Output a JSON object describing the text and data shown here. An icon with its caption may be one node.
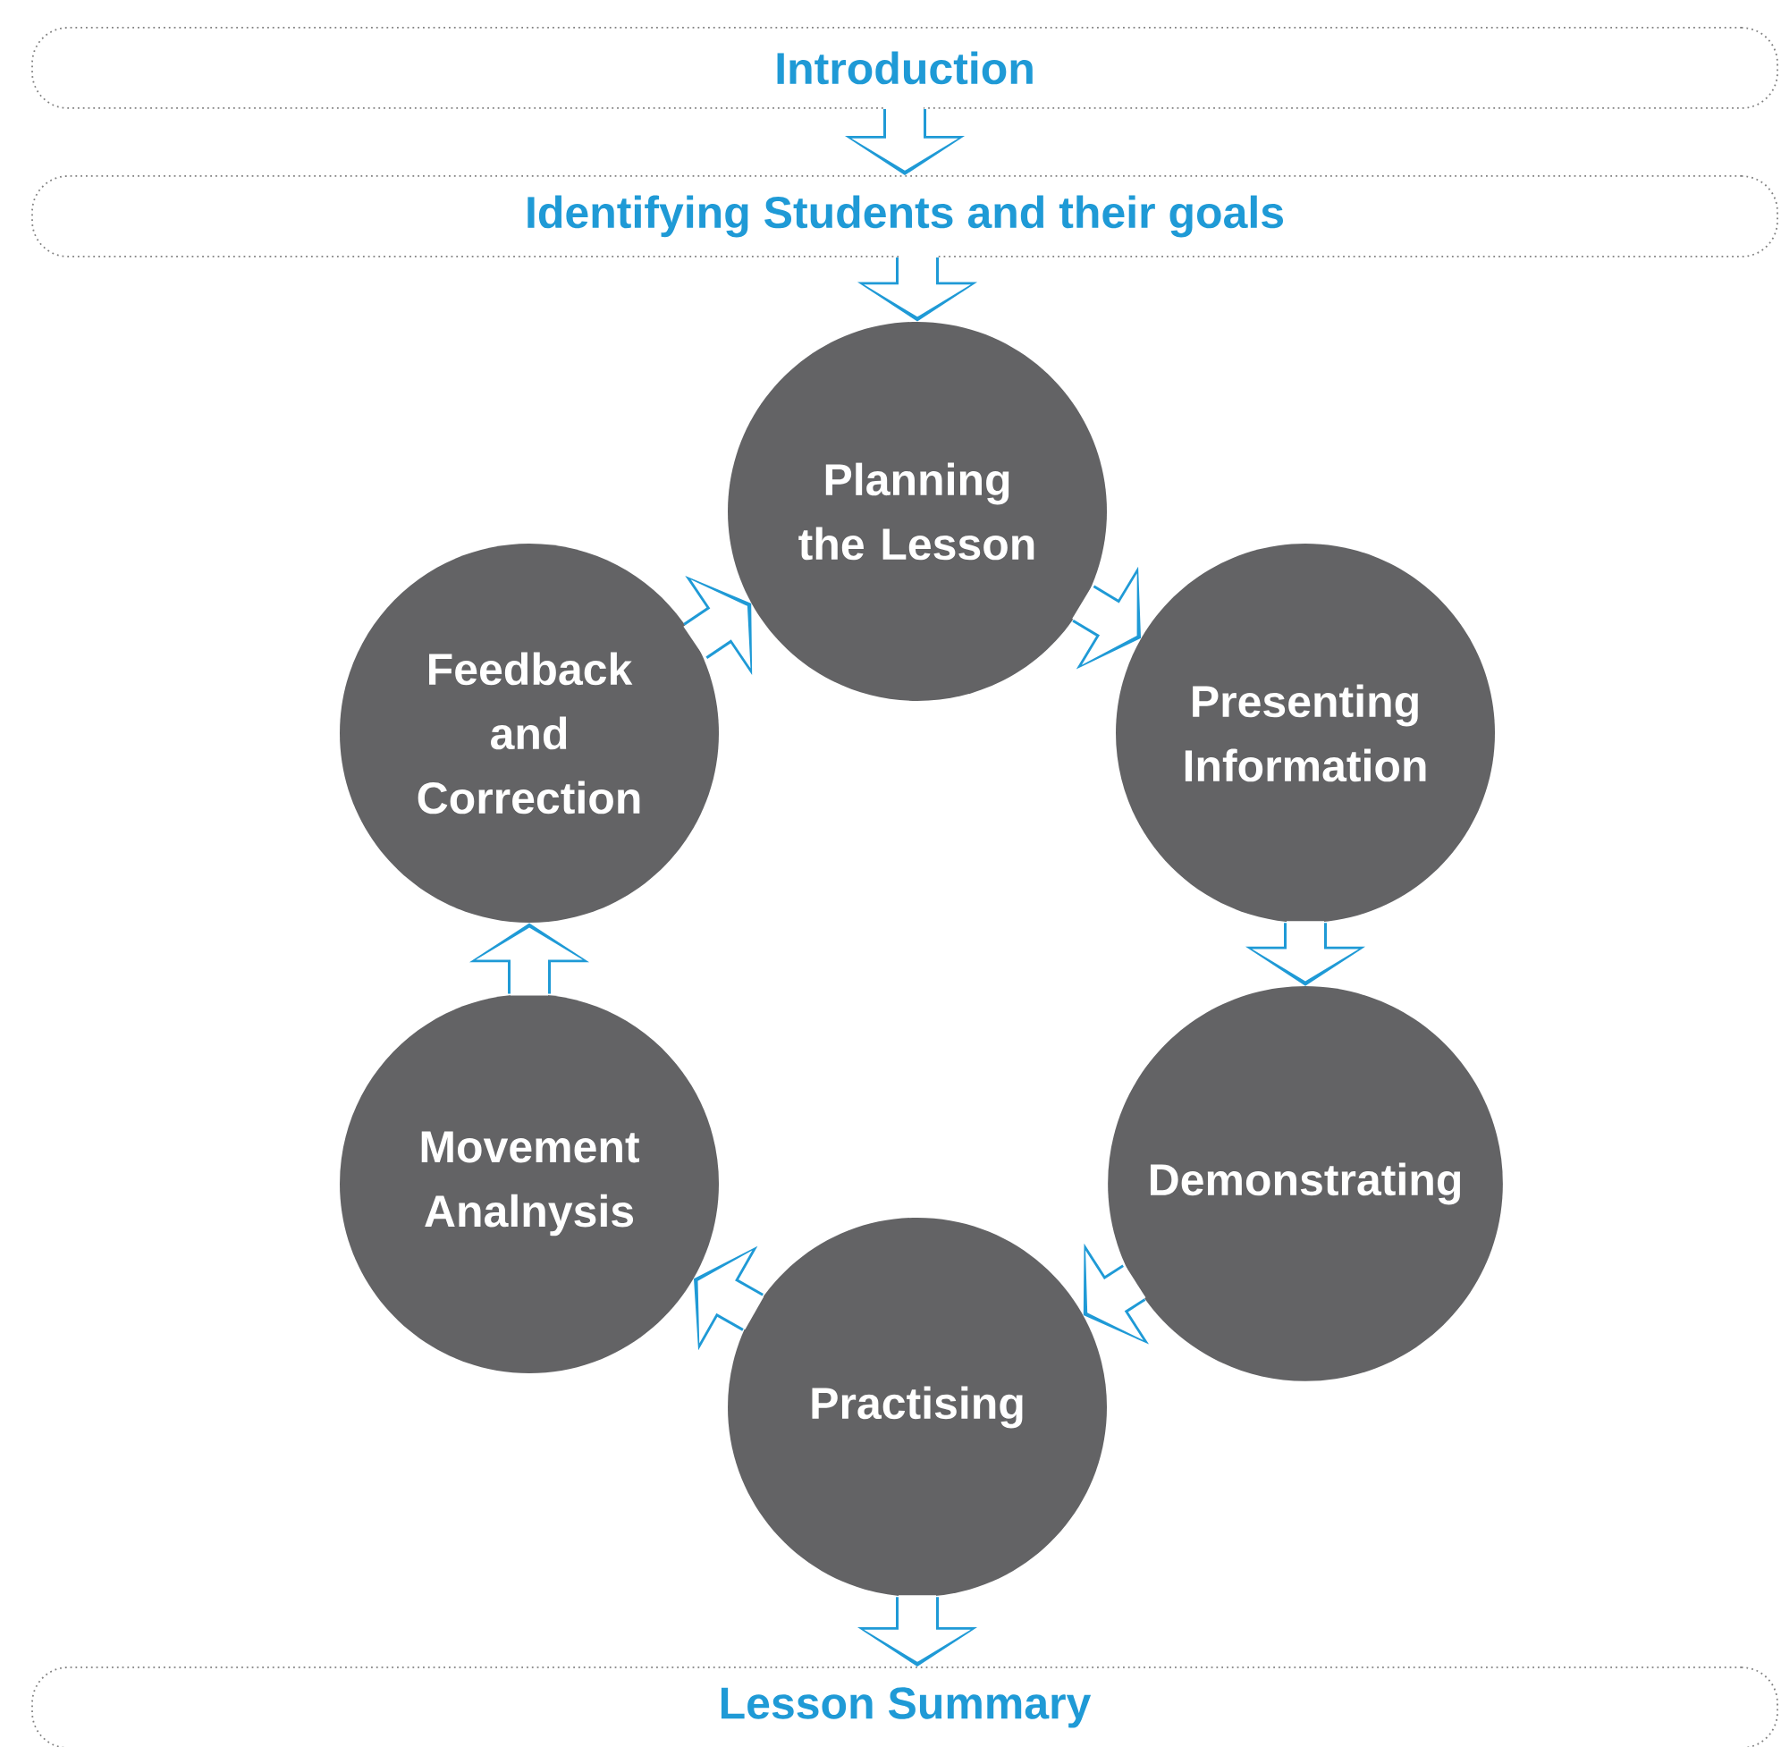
{
  "diagram": {
    "nodes": [
      {
        "text": [
          "Introduction"
        ]
      },
      {
        "text": [
          "Identifying Students and their goals"
        ]
      },
      {
        "text": [
          "Planning the Lesson"
        ]
      },
      {
        "text": [
          "Presenting Information"
        ]
      },
      {
        "text": [
          "Demonstrating"
        ]
      },
      {
        "text": [
          "Practising"
        ]
      },
      {
        "text": [
          "Movement Analnysis"
        ]
      },
      {
        "text": [
          "Feedback and Correction"
        ]
      },
      {
        "text": [
          "Lesson Summary"
        ]
      }
    ],
    "edges": [
      {
        "from": 0,
        "to": 1,
        "arrow": "to"
      },
      {
        "from": 1,
        "to": 2,
        "arrow": "to"
      },
      {
        "from": 2,
        "to": 3,
        "arrow": "to"
      },
      {
        "from": 3,
        "to": 4,
        "arrow": "to"
      },
      {
        "from": 4,
        "to": 5,
        "arrow": "to"
      },
      {
        "from": 5,
        "to": 6,
        "arrow": "to"
      },
      {
        "from": 6,
        "to": 7,
        "arrow": "to"
      },
      {
        "from": 7,
        "to": 2,
        "arrow": "to"
      },
      {
        "from": 5,
        "to": 8,
        "arrow": "to"
      }
    ]
  }
}
